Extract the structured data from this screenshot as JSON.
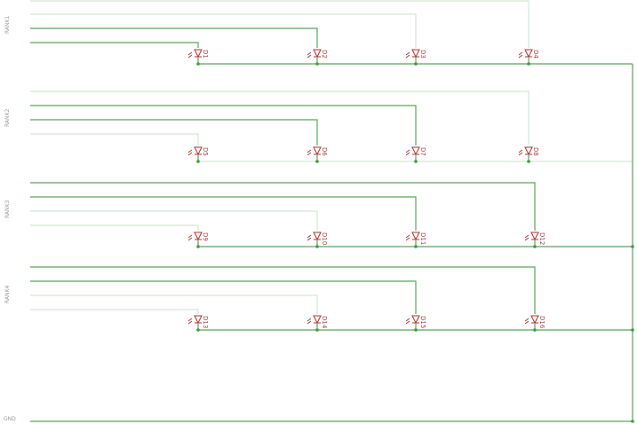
{
  "net_labels": {
    "group1": "RANK1",
    "group2": "RANK2",
    "group3": "RANK3",
    "group4": "RANK4",
    "bottom": "GND"
  },
  "led_labels": [
    "D1",
    "D2",
    "D3",
    "D4",
    "D5",
    "D6",
    "D7",
    "D8",
    "D9",
    "D10",
    "D11",
    "D12",
    "D13",
    "D14",
    "D15",
    "D16"
  ],
  "colors": {
    "wire": "#5aa55a",
    "wire_faint": "#c8e2c8",
    "led": "#b03030",
    "junction": "#3f9a3f"
  }
}
